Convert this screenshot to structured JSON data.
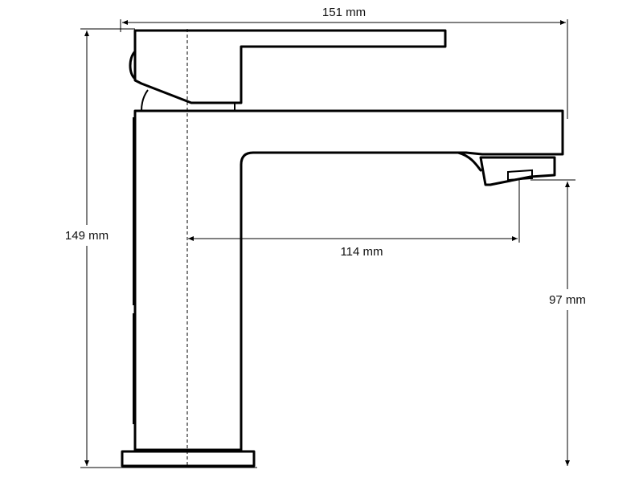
{
  "dimensions": {
    "width": "151 mm",
    "height": "149 mm",
    "reach": "114 mm",
    "spout_height": "97 mm"
  },
  "colors": {
    "line": "#000000",
    "background": "#ffffff"
  }
}
